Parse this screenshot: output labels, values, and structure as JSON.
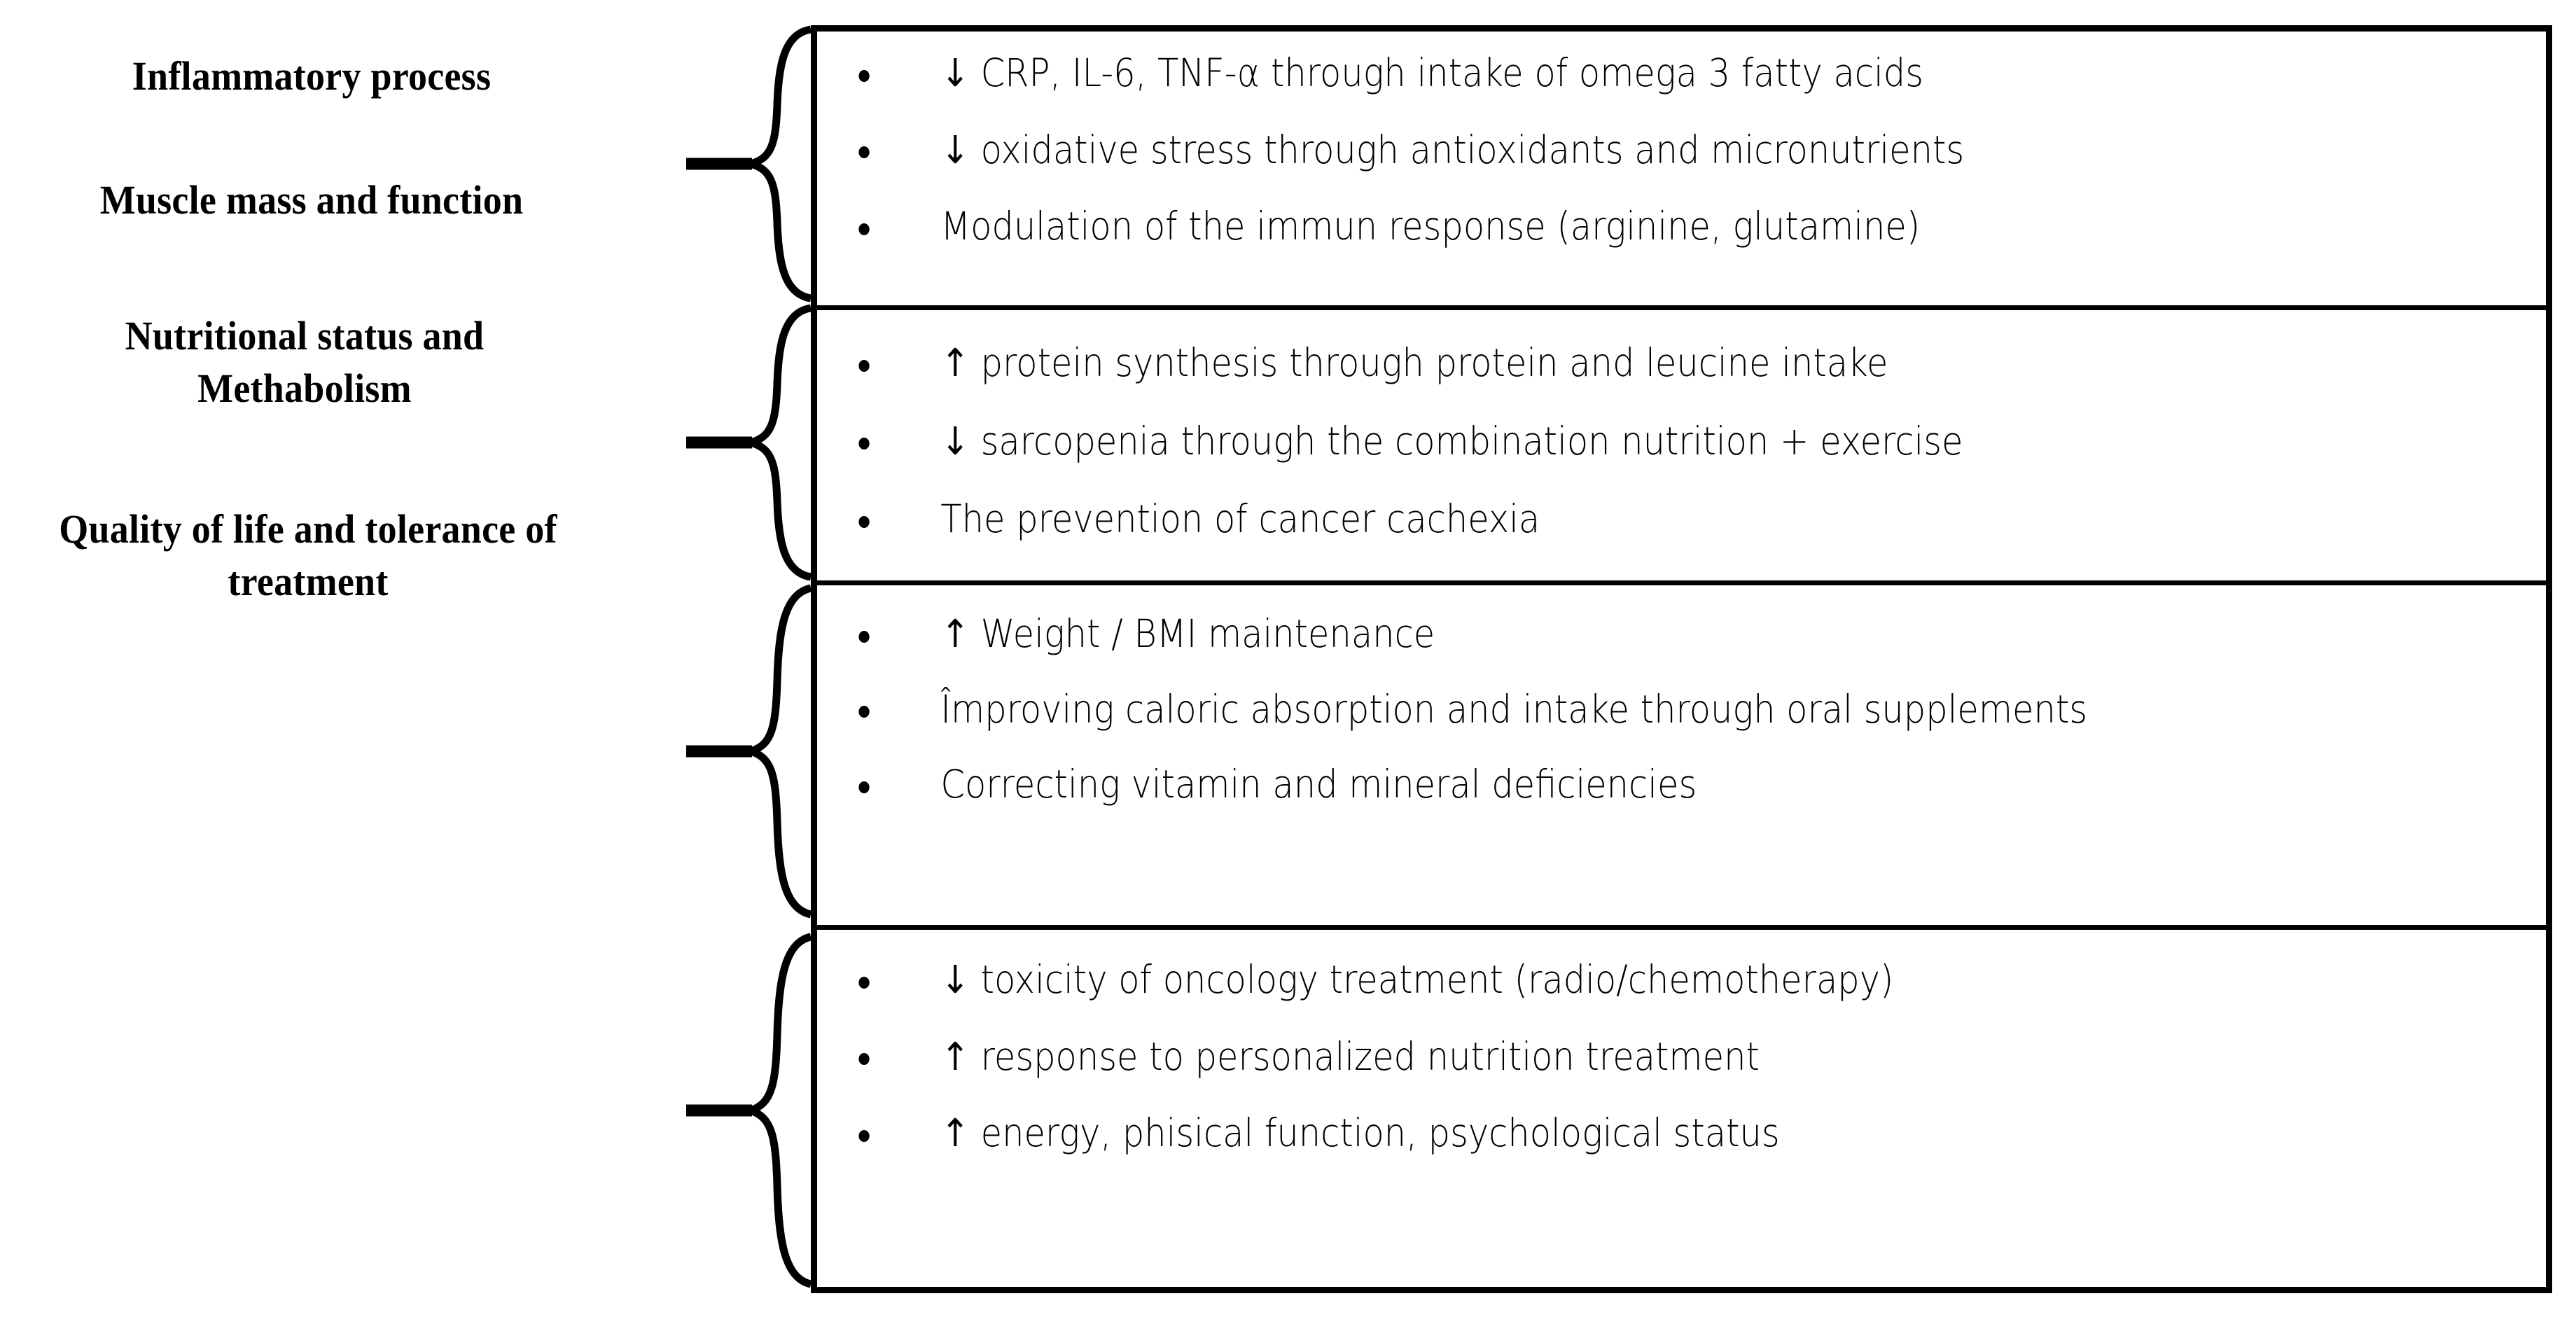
{
  "figure": {
    "kind": "bracketed-category-diagram",
    "background_color": "#FFFFFF",
    "line_color": "#000000",
    "text_color": "#000000"
  },
  "rows": [
    {
      "label": "Inflammatory process",
      "bullets": [
        {
          "arrow": "↓",
          "text": "CRP, IL-6, TNF-α through intake of omega 3 fatty acids"
        },
        {
          "arrow": "↓",
          "text": "oxidative stress through antioxidants and micronutrients"
        },
        {
          "arrow": "",
          "text": "Modulation of the immun response (arginine, glutamine)"
        }
      ]
    },
    {
      "label": "Muscle mass and function",
      "bullets": [
        {
          "arrow": "↑",
          "text": "protein synthesis through protein and leucine intake"
        },
        {
          "arrow": "↓",
          "text": "sarcopenia through the combination nutrition + exercise"
        },
        {
          "arrow": "",
          "text": "The prevention of cancer cachexia"
        }
      ]
    },
    {
      "label": "Nutritional status and Methabolism",
      "bullets": [
        {
          "arrow": "↑",
          "text": "Weight / BMI maintenance"
        },
        {
          "arrow": "",
          "text": "Împroving caloric absorption and intake through oral supplements"
        },
        {
          "arrow": "",
          "text": "Correcting vitamin and mineral deficiencies"
        }
      ]
    },
    {
      "label": "Quality of life and tolerance of treatment",
      "bullets": [
        {
          "arrow": "↓",
          "text": "toxicity of oncology treatment (radio/chemotherapy)"
        },
        {
          "arrow": "↑",
          "text": "response to personalized nutrition treatment"
        },
        {
          "arrow": "↑",
          "text": "energy, phisical function, psychological status"
        }
      ]
    }
  ]
}
